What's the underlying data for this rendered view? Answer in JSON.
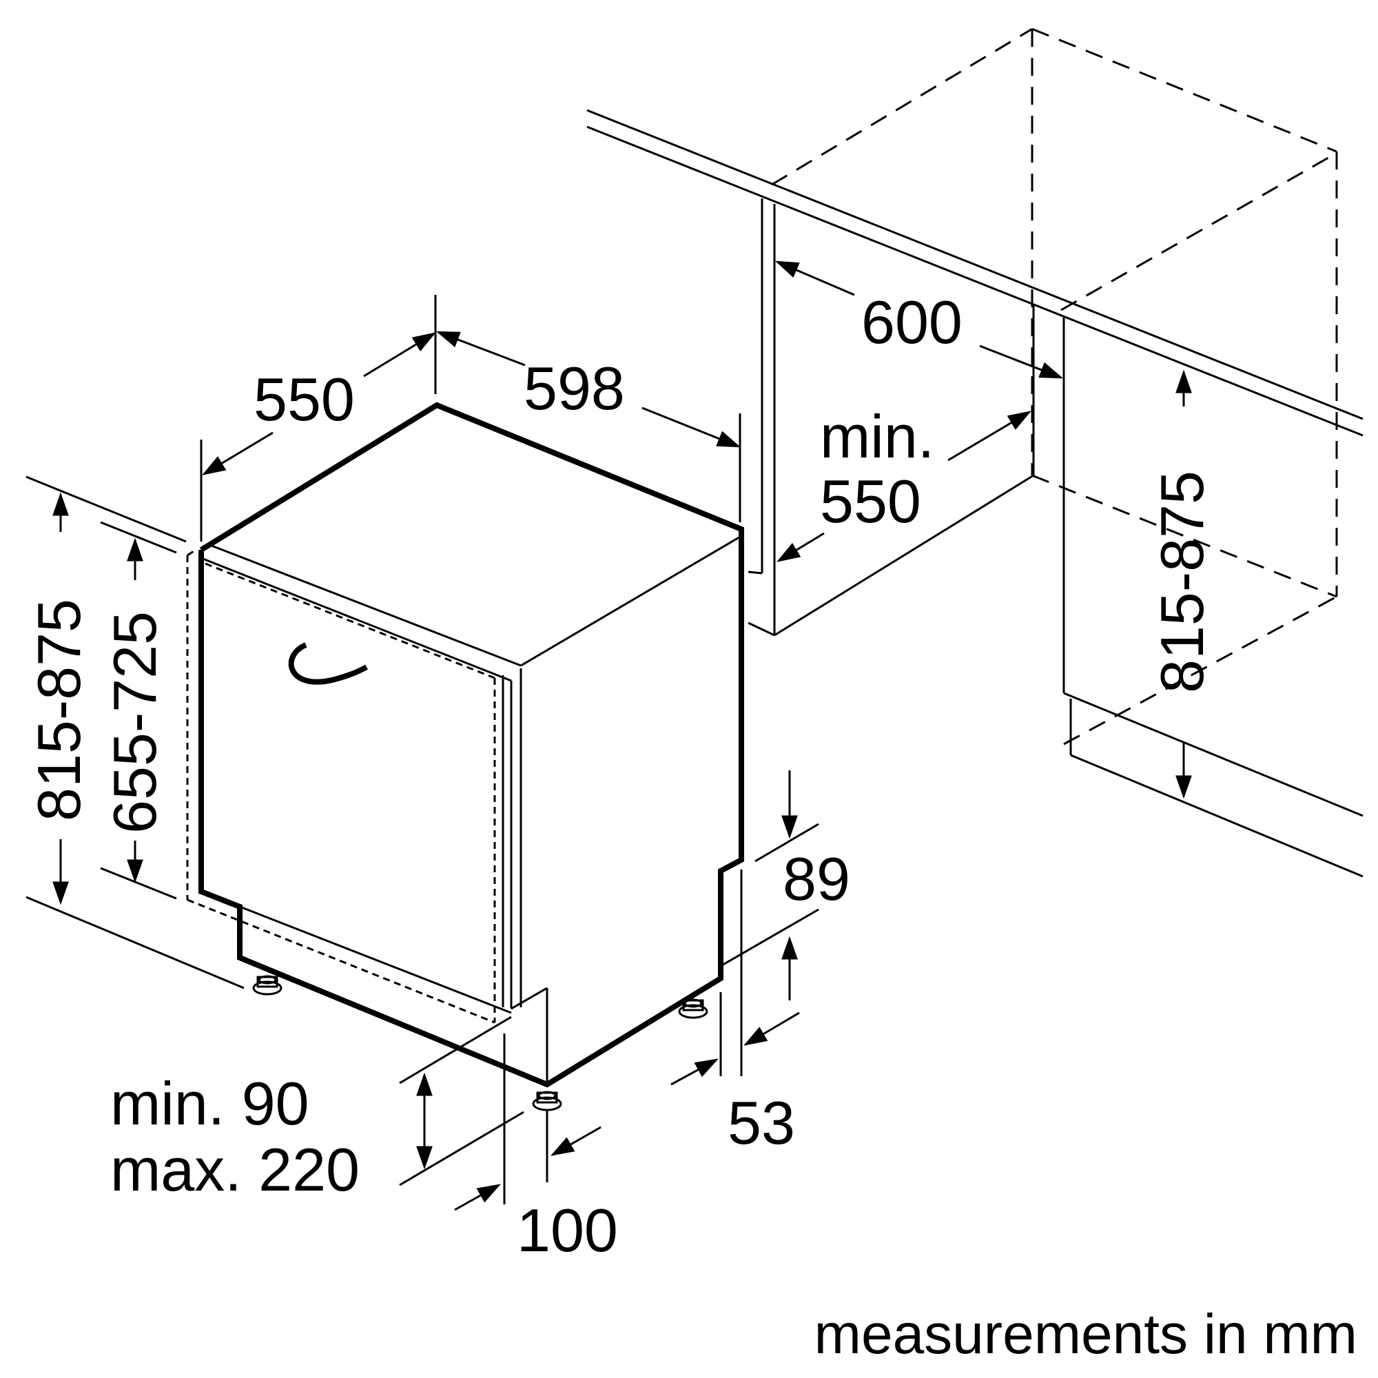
{
  "labels": {
    "top_depth": "550",
    "top_width": "598",
    "niche_width": "600",
    "niche_depth_line1": "min.",
    "niche_depth_line2": "550",
    "height_total": "815-875",
    "height_door": "655-725",
    "niche_height": "815-875",
    "plinth_89": "89",
    "plinth_53": "53",
    "foot_100": "100",
    "plinth_min": "min. 90",
    "plinth_max": "max. 220"
  },
  "footer": "measurements in mm"
}
